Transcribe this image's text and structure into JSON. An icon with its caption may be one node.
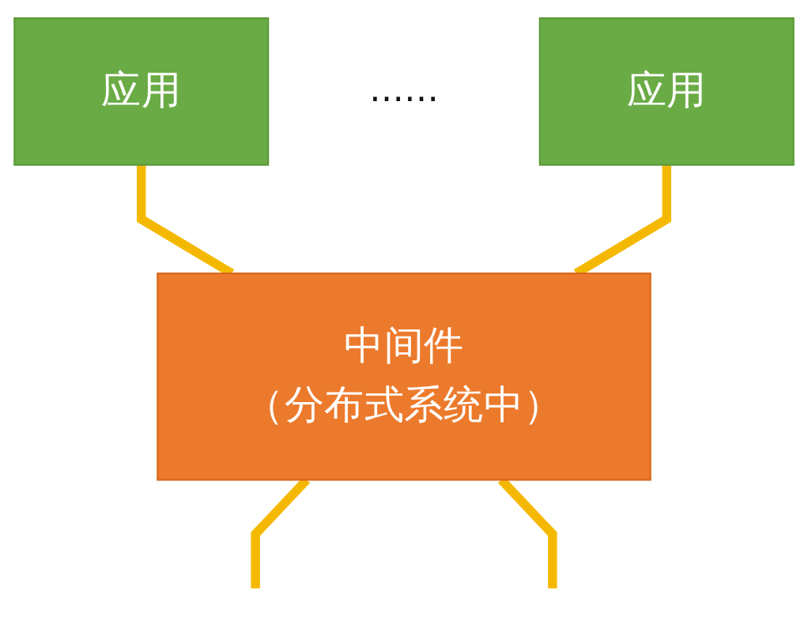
{
  "diagram": {
    "nodes": [
      {
        "text": [
          "应用"
        ]
      },
      {
        "text": [
          "应用"
        ]
      },
      {
        "text": [
          "中间件",
          "（分布式系统中）"
        ]
      }
    ],
    "edges": [
      {
        "from": 0,
        "to": 2,
        "arrow": "none"
      },
      {
        "from": 1,
        "to": 2,
        "arrow": "none"
      },
      {
        "from": 2,
        "to": null,
        "arrow": "none"
      },
      {
        "from": 2,
        "to": null,
        "arrow": "none"
      }
    ],
    "labels": [
      "……"
    ]
  }
}
